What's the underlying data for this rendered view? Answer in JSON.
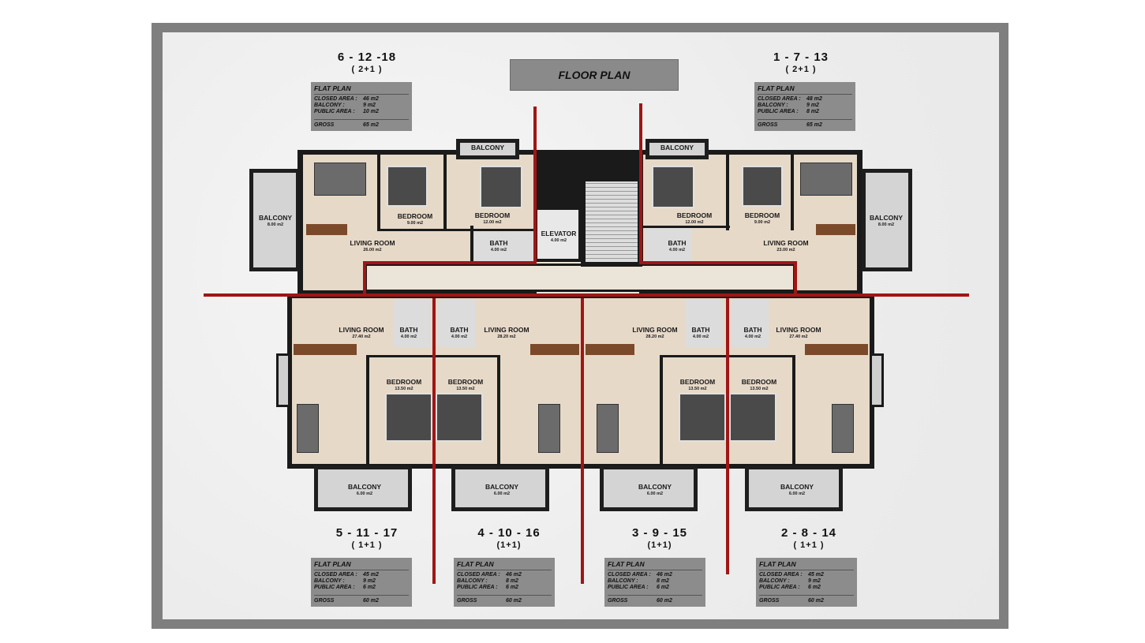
{
  "title": "FLOOR PLAN",
  "units": [
    {
      "id": "u-top-left",
      "numbers": "6 - 12 -18",
      "type": "( 2+1 )",
      "info": {
        "header": "FLAT PLAN",
        "rows": [
          {
            "k": "CLOSED AREA :",
            "v": "46 m2"
          },
          {
            "k": "BALCONY     :",
            "v": "9 m2"
          },
          {
            "k": "PUBLIC AREA :",
            "v": "10 m2"
          }
        ],
        "gross_k": "GROSS",
        "gross_v": "65 m2"
      }
    },
    {
      "id": "u-top-right",
      "numbers": "1 - 7 - 13",
      "type": "( 2+1 )",
      "info": {
        "header": "FLAT PLAN",
        "rows": [
          {
            "k": "CLOSED AREA :",
            "v": "48 m2"
          },
          {
            "k": "BALCONY     :",
            "v": "9 m2"
          },
          {
            "k": "PUBLIC AREA :",
            "v": "8 m2"
          }
        ],
        "gross_k": "GROSS",
        "gross_v": "65 m2"
      }
    },
    {
      "id": "u-b1",
      "numbers": "5 - 11 - 17",
      "type": "( 1+1 )",
      "info": {
        "header": "FLAT PLAN",
        "rows": [
          {
            "k": "CLOSED AREA :",
            "v": "45 m2"
          },
          {
            "k": "BALCONY     :",
            "v": "9 m2"
          },
          {
            "k": "PUBLIC AREA :",
            "v": "6 m2"
          }
        ],
        "gross_k": "GROSS",
        "gross_v": "60 m2"
      }
    },
    {
      "id": "u-b2",
      "numbers": "4 - 10 - 16",
      "type": "(1+1)",
      "info": {
        "header": "FLAT PLAN",
        "rows": [
          {
            "k": "CLOSED AREA :",
            "v": "46 m2"
          },
          {
            "k": "BALCONY     :",
            "v": "8 m2"
          },
          {
            "k": "PUBLIC AREA :",
            "v": "6 m2"
          }
        ],
        "gross_k": "GROSS",
        "gross_v": "60 m2"
      }
    },
    {
      "id": "u-b3",
      "numbers": "3 - 9 - 15",
      "type": "(1+1)",
      "info": {
        "header": "FLAT PLAN",
        "rows": [
          {
            "k": "CLOSED AREA :",
            "v": "46 m2"
          },
          {
            "k": "BALCONY     :",
            "v": "8 m2"
          },
          {
            "k": "PUBLIC AREA :",
            "v": "6 m2"
          }
        ],
        "gross_k": "GROSS",
        "gross_v": "60 m2"
      }
    },
    {
      "id": "u-b4",
      "numbers": "2 - 8 - 14",
      "type": "( 1+1 )",
      "info": {
        "header": "FLAT PLAN",
        "rows": [
          {
            "k": "CLOSED AREA :",
            "v": "45 m2"
          },
          {
            "k": "BALCONY     :",
            "v": "9 m2"
          },
          {
            "k": "PUBLIC AREA :",
            "v": "6 m2"
          }
        ],
        "gross_k": "GROSS",
        "gross_v": "60 m2"
      }
    }
  ],
  "rooms": {
    "tl_balcony_top": {
      "name": "BALCONY",
      "area": ""
    },
    "tl_balcony_side": {
      "name": "BALCONY",
      "area": "8.00 m2"
    },
    "tl_bed1": {
      "name": "BEDROOM",
      "area": "9.00 m2"
    },
    "tl_bed2": {
      "name": "BEDROOM",
      "area": "12.00 m2"
    },
    "tl_bath": {
      "name": "BATH",
      "area": "4.00 m2"
    },
    "tl_living": {
      "name": "LIVING ROOM",
      "area": "26.00 m2"
    },
    "elevator": {
      "name": "ELEVATOR",
      "area": "4.00 m2"
    },
    "tr_balcony_top": {
      "name": "BALCONY",
      "area": ""
    },
    "tr_balcony_side": {
      "name": "BALCONY",
      "area": "8.00 m2"
    },
    "tr_bed1": {
      "name": "BEDROOM",
      "area": "12.00 m2"
    },
    "tr_bed2": {
      "name": "BEDROOM",
      "area": "9.00 m2"
    },
    "tr_bath": {
      "name": "BATH",
      "area": "4.00 m2"
    },
    "tr_living": {
      "name": "LIVING ROOM",
      "area": "23.00 m2"
    },
    "b1_living": {
      "name": "LIVING ROOM",
      "area": "27.40 m2"
    },
    "b1_bath": {
      "name": "BATH",
      "area": "4.00 m2"
    },
    "b1_bed": {
      "name": "BEDROOM",
      "area": "13.50 m2"
    },
    "b1_balcony": {
      "name": "BALCONY",
      "area": "6.00 m2"
    },
    "b2_bath": {
      "name": "BATH",
      "area": "4.00 m2"
    },
    "b2_living": {
      "name": "LIVING ROOM",
      "area": "28.20 m2"
    },
    "b2_bed": {
      "name": "BEDROOM",
      "area": "13.50 m2"
    },
    "b2_balcony": {
      "name": "BALCONY",
      "area": "6.00 m2"
    },
    "b3_living": {
      "name": "LIVING ROOM",
      "area": "28.20 m2"
    },
    "b3_bath": {
      "name": "BATH",
      "area": "4.00 m2"
    },
    "b3_bed": {
      "name": "BEDROOM",
      "area": "13.50 m2"
    },
    "b3_balcony": {
      "name": "BALCONY",
      "area": "6.00 m2"
    },
    "b4_bath": {
      "name": "BATH",
      "area": "4.00 m2"
    },
    "b4_living": {
      "name": "LIVING ROOM",
      "area": "27.40 m2"
    },
    "b4_bed": {
      "name": "BEDROOM",
      "area": "13.50 m2"
    },
    "b4_balcony": {
      "name": "BALCONY",
      "area": "6.00 m2"
    }
  },
  "colors": {
    "divider": "#a01515",
    "frame": "#7f7f7f",
    "floor": "#e7d9c8",
    "wall": "#1a1a1a",
    "balcony": "#d4d4d4"
  }
}
